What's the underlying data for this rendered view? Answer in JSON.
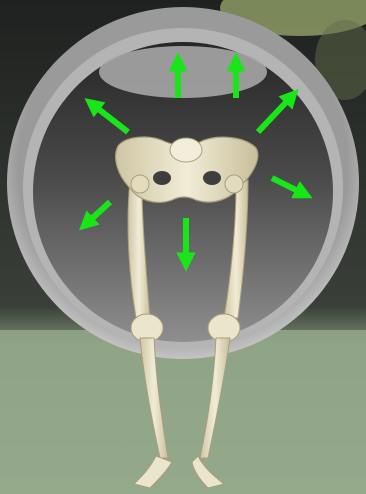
{
  "colors": {
    "ring_outer": "#a9a9a9",
    "ring_inner": "#c8c8c8",
    "interior_top": "#2b2b2b",
    "interior_bottom": "#8a8a8a",
    "arrow": "#19e619",
    "bone": "#e8e2c6",
    "bone_shade": "#b9b08c",
    "grass": "#8da383",
    "background_dark": "#1c1f1c",
    "foliage": "#9bab6e"
  },
  "arrows": [
    {
      "name": "up-left-vertical",
      "dir": "up"
    },
    {
      "name": "up-right-vertical",
      "dir": "up"
    },
    {
      "name": "upper-left-diagonal",
      "dir": "up-left"
    },
    {
      "name": "upper-right-diagonal",
      "dir": "up-right"
    },
    {
      "name": "right-down-diagonal",
      "dir": "down-right"
    },
    {
      "name": "left-down-diagonal",
      "dir": "down-left"
    },
    {
      "name": "down-vertical",
      "dir": "down"
    }
  ]
}
